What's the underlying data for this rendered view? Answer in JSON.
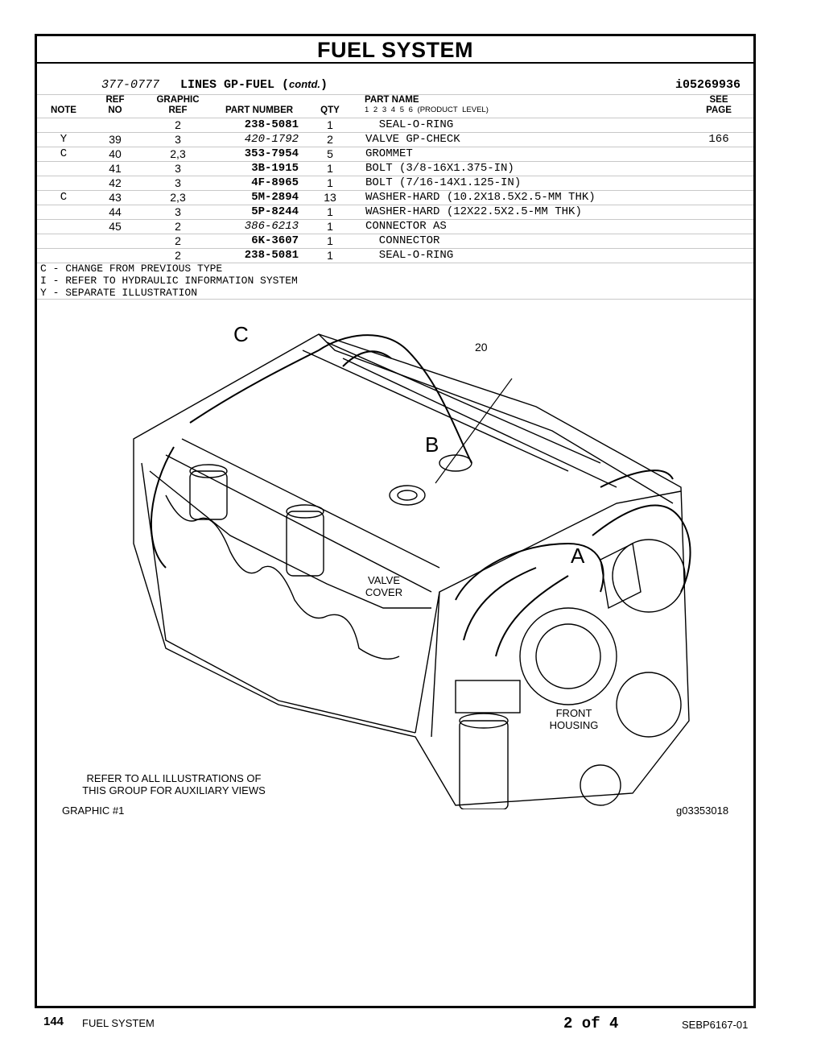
{
  "header": {
    "title": "FUEL SYSTEM"
  },
  "group": {
    "number": "377-0777",
    "name": "LINES GP-FUEL (",
    "contd": "contd.",
    "close": ")",
    "id": "i05269936"
  },
  "columns": {
    "note": "NOTE",
    "ref_top": "REF",
    "ref_bottom": "NO",
    "graphic_top": "GRAPHIC",
    "graphic_bottom": "REF",
    "part_number": "PART NUMBER",
    "qty": "QTY",
    "part_name": "PART NAME",
    "product_levels": "1 2 3 4 5 6 (PRODUCT LEVEL)",
    "see_top": "SEE",
    "see_bottom": "PAGE"
  },
  "rows": [
    {
      "note": "",
      "ref": "",
      "gref": "2",
      "pn": "238-5081",
      "qty": "1",
      "name": "  SEAL-O-RING",
      "see": ""
    },
    {
      "note": "Y",
      "ref": "39",
      "gref": "3",
      "pn": "420-1792",
      "qty": "2",
      "name": "VALVE GP-CHECK",
      "see": "166"
    },
    {
      "note": "C",
      "ref": "40",
      "gref": "2,3",
      "pn": "353-7954",
      "qty": "5",
      "name": "GROMMET",
      "see": ""
    },
    {
      "note": "",
      "ref": "41",
      "gref": "3",
      "pn": "3B-1915",
      "qty": "1",
      "name": "BOLT (3/8-16X1.375-IN)",
      "see": ""
    },
    {
      "note": "",
      "ref": "42",
      "gref": "3",
      "pn": "4F-8965",
      "qty": "1",
      "name": "BOLT (7/16-14X1.125-IN)",
      "see": ""
    },
    {
      "note": "C",
      "ref": "43",
      "gref": "2,3",
      "pn": "5M-2894",
      "qty": "13",
      "name": "WASHER-HARD (10.2X18.5X2.5-MM THK)",
      "see": ""
    },
    {
      "note": "",
      "ref": "44",
      "gref": "3",
      "pn": "5P-8244",
      "qty": "1",
      "name": "WASHER-HARD (12X22.5X2.5-MM THK)",
      "see": ""
    },
    {
      "note": "",
      "ref": "45",
      "gref": "2",
      "pn": "386-6213",
      "qty": "1",
      "name": "CONNECTOR AS",
      "see": ""
    },
    {
      "note": "",
      "ref": "",
      "gref": "2",
      "pn": "6K-3607",
      "qty": "1",
      "name": "  CONNECTOR",
      "see": ""
    },
    {
      "note": "",
      "ref": "",
      "gref": "2",
      "pn": "238-5081",
      "qty": "1",
      "name": "  SEAL-O-RING",
      "see": ""
    }
  ],
  "legend": [
    "C - CHANGE FROM PREVIOUS TYPE",
    "I - REFER TO HYDRAULIC INFORMATION SYSTEM",
    "Y - SEPARATE ILLUSTRATION"
  ],
  "illustration": {
    "callout_c": "C",
    "callout_b": "B",
    "callout_a": "A",
    "callout_20": "20",
    "valve_cover_1": "VALVE",
    "valve_cover_2": "COVER",
    "front_housing_1": "FRONT",
    "front_housing_2": "HOUSING",
    "refer_1": "REFER TO ALL ILLUSTRATIONS OF",
    "refer_2": "THIS GROUP FOR AUXILIARY VIEWS",
    "graphic_label": "GRAPHIC #1",
    "graphic_id": "g03353018"
  },
  "footer": {
    "page_number": "144",
    "section": "FUEL SYSTEM",
    "page_of": "2 of 4",
    "doc_id": "SEBP6167-01"
  }
}
